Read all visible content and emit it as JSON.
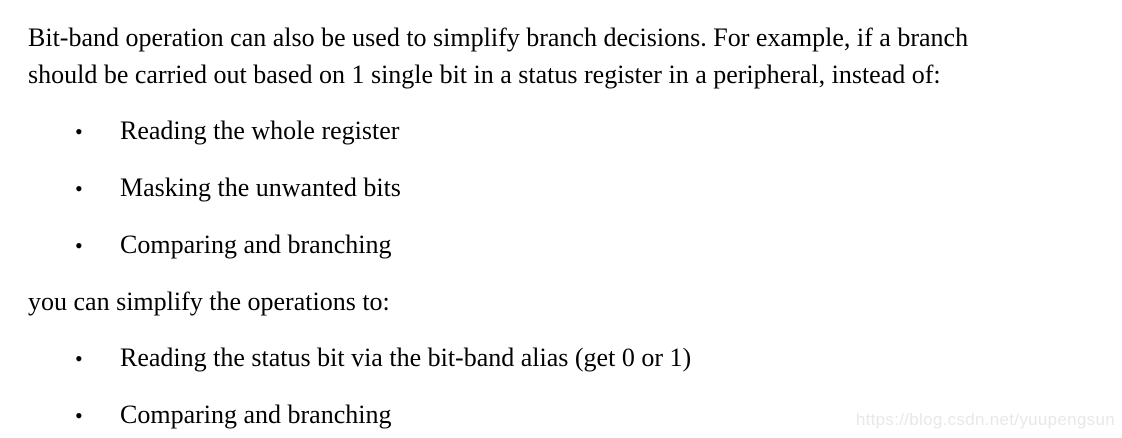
{
  "page": {
    "background_color": "#ffffff",
    "text_color": "#000000"
  },
  "content": {
    "intro_paragraph": {
      "lines": [
        "Bit-band operation can also be used to simplify branch decisions. For example, if a branch",
        "should be carried out based on 1 single bit in a status register in a peripheral, instead of:"
      ]
    },
    "first_list": {
      "bullet": "•",
      "items": [
        "Reading the whole register",
        "Masking the unwanted bits",
        "Comparing and branching"
      ]
    },
    "middle_paragraph": {
      "text": "you can simplify the operations to:"
    },
    "second_list": {
      "bullet": "•",
      "items": [
        "Reading the status bit via the bit-band alias (get 0 or 1)",
        "Comparing and branching"
      ]
    },
    "watermark": {
      "text": "https://blog.csdn.net/yuupengsun",
      "color": "#e8e8e8"
    }
  }
}
